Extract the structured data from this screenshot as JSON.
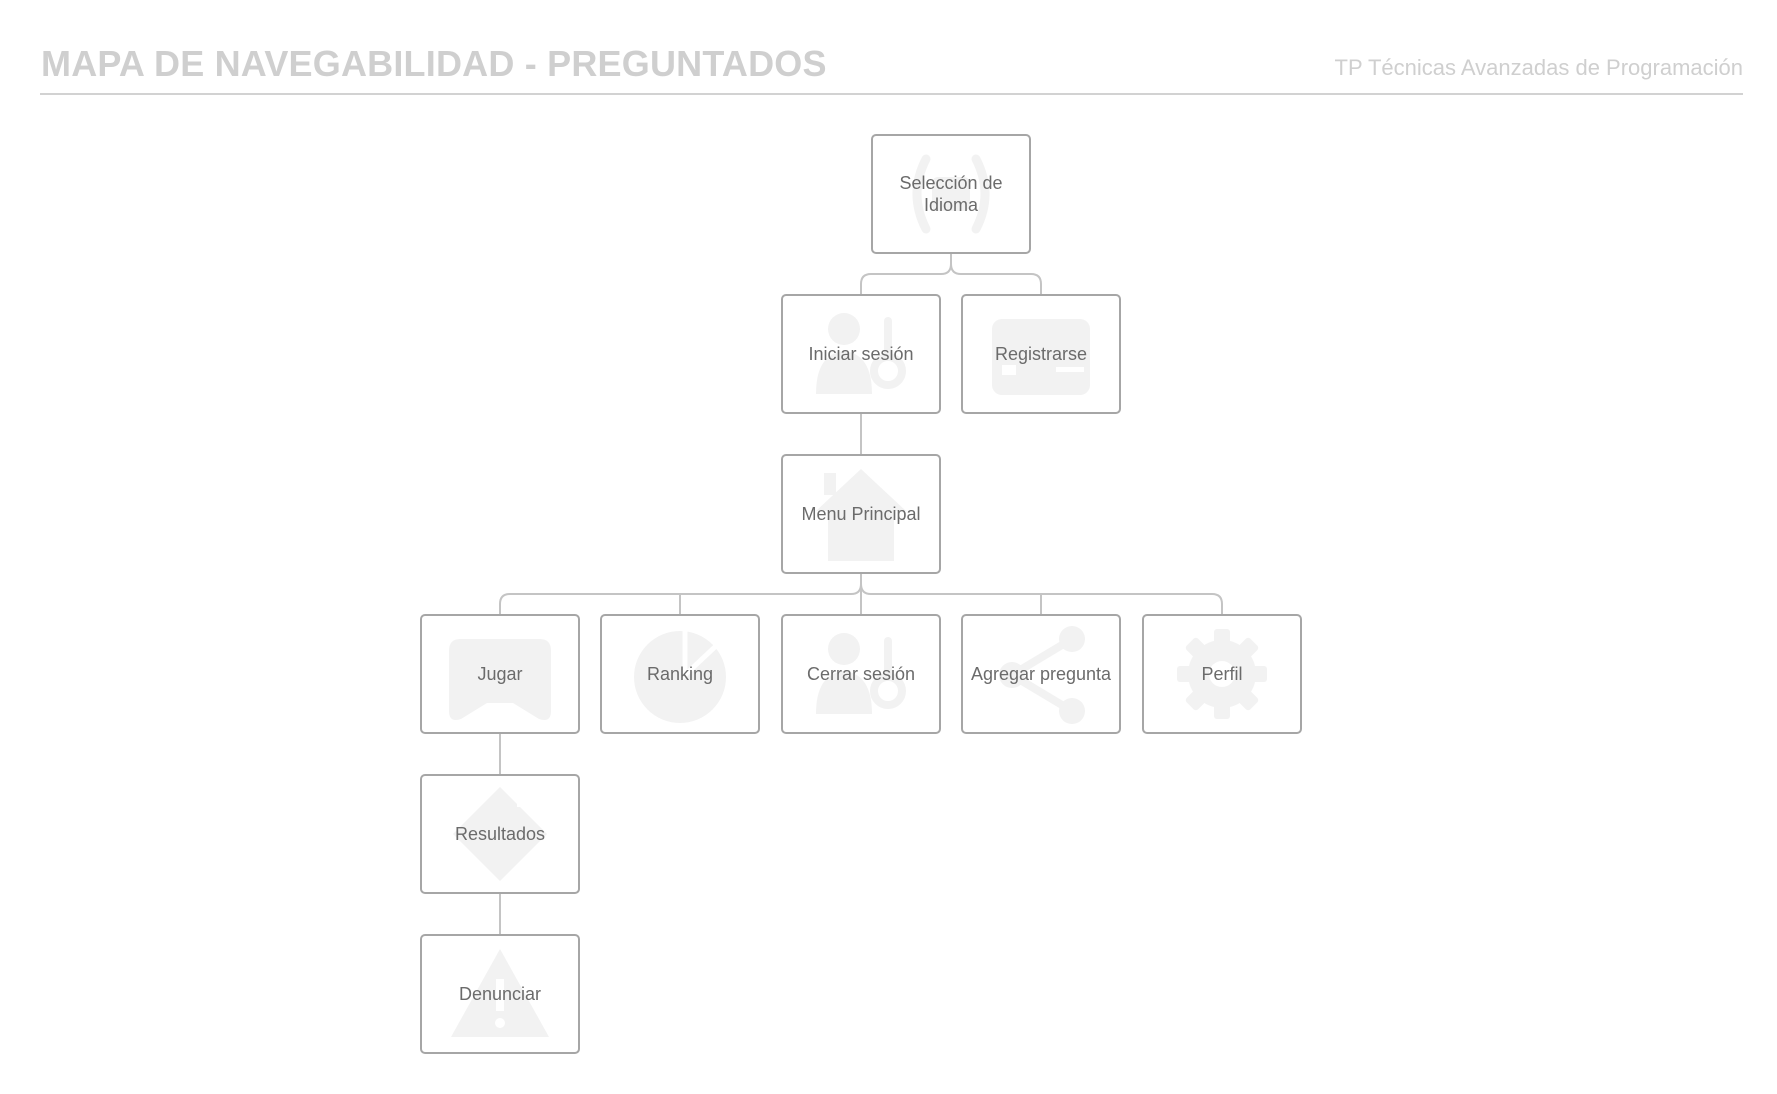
{
  "header": {
    "title": "MAPA DE NAVEGABILIDAD - PREGUNTADOS",
    "subtitle": "TP Técnicas Avanzadas de Programación"
  },
  "nodes": {
    "idioma": {
      "label": "Selección de Idioma",
      "icon": "language-icon"
    },
    "login": {
      "label": "Iniciar sesión",
      "icon": "users-icon"
    },
    "registro": {
      "label": "Registrarse",
      "icon": "id-card-icon"
    },
    "menu": {
      "label": "Menu Principal",
      "icon": "home-icon"
    },
    "jugar": {
      "label": "Jugar",
      "icon": "gamepad-icon"
    },
    "ranking": {
      "label": "Ranking",
      "icon": "pie-chart-icon"
    },
    "logout": {
      "label": "Cerrar sesión",
      "icon": "users-icon"
    },
    "agregar": {
      "label": "Agregar pregunta",
      "icon": "share-icon"
    },
    "perfil": {
      "label": "Perfil",
      "icon": "gear-icon"
    },
    "resultados": {
      "label": "Resultados",
      "icon": "diamond-icon"
    },
    "denunciar": {
      "label": "Denunciar",
      "icon": "warning-icon"
    }
  },
  "edges": [
    [
      "idioma",
      "login"
    ],
    [
      "idioma",
      "registro"
    ],
    [
      "login",
      "menu"
    ],
    [
      "menu",
      "jugar"
    ],
    [
      "menu",
      "ranking"
    ],
    [
      "menu",
      "logout"
    ],
    [
      "menu",
      "agregar"
    ],
    [
      "menu",
      "perfil"
    ],
    [
      "jugar",
      "resultados"
    ],
    [
      "resultados",
      "denunciar"
    ]
  ],
  "colors": {
    "border": "#a6a6a6",
    "connector": "#c4c4c4",
    "label": "#6b6b6b",
    "title": "#cfcfcf",
    "icon": "#f2f2f2"
  }
}
